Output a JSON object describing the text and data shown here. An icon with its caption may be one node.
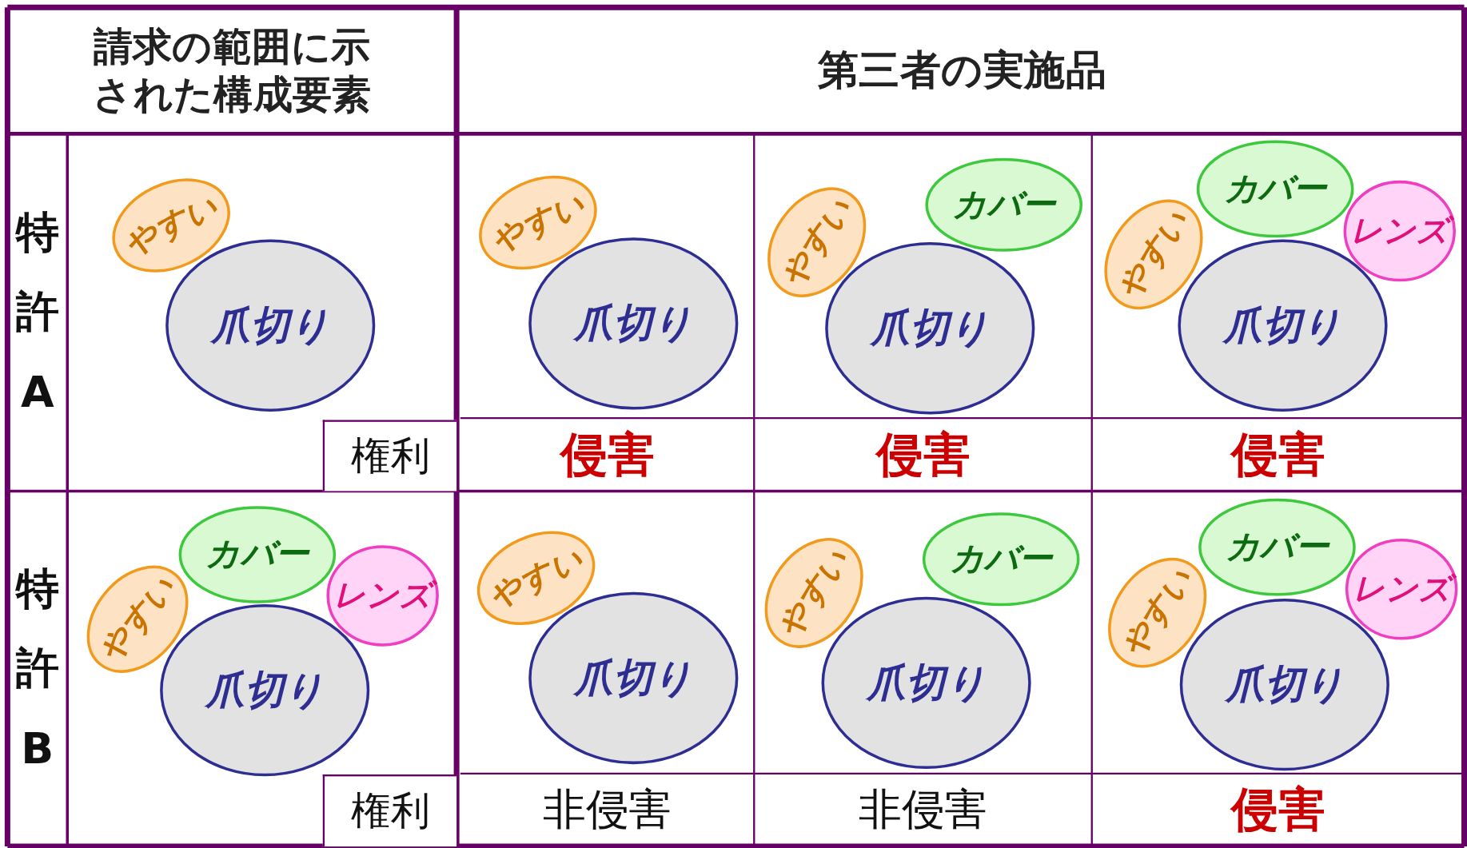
{
  "diagram": {
    "nodes": [
      {
        "text": [
          "やすい"
        ]
      },
      {
        "text": [
          "爪切り"
        ]
      },
      {
        "text": [
          "やすい"
        ]
      },
      {
        "text": [
          "爪切り"
        ]
      },
      {
        "text": [
          "やすい"
        ]
      },
      {
        "text": [
          "カバー"
        ]
      },
      {
        "text": [
          "爪切り"
        ]
      },
      {
        "text": [
          "カバー"
        ]
      },
      {
        "text": [
          "やすい"
        ]
      },
      {
        "text": [
          "レンズ"
        ]
      },
      {
        "text": [
          "爪切り"
        ]
      },
      {
        "text": [
          "カバー"
        ]
      },
      {
        "text": [
          "やすい"
        ]
      },
      {
        "text": [
          "レンズ"
        ]
      },
      {
        "text": [
          "爪切り"
        ]
      },
      {
        "text": [
          "やすい"
        ]
      },
      {
        "text": [
          "爪切り"
        ]
      },
      {
        "text": [
          "やすい"
        ]
      },
      {
        "text": [
          "カバー"
        ]
      },
      {
        "text": [
          "爪切り"
        ]
      },
      {
        "text": [
          "カバー"
        ]
      },
      {
        "text": [
          "やすい"
        ]
      },
      {
        "text": [
          "レンズ"
        ]
      },
      {
        "text": [
          "爪切り"
        ]
      }
    ],
    "edges": [],
    "labels": [
      "請求の範囲に示された構成要素",
      "第三者の実施品",
      "特許A",
      "権利",
      "侵害",
      "侵害",
      "侵害",
      "特許B",
      "権利",
      "非侵害",
      "非侵害",
      "侵害"
    ]
  }
}
